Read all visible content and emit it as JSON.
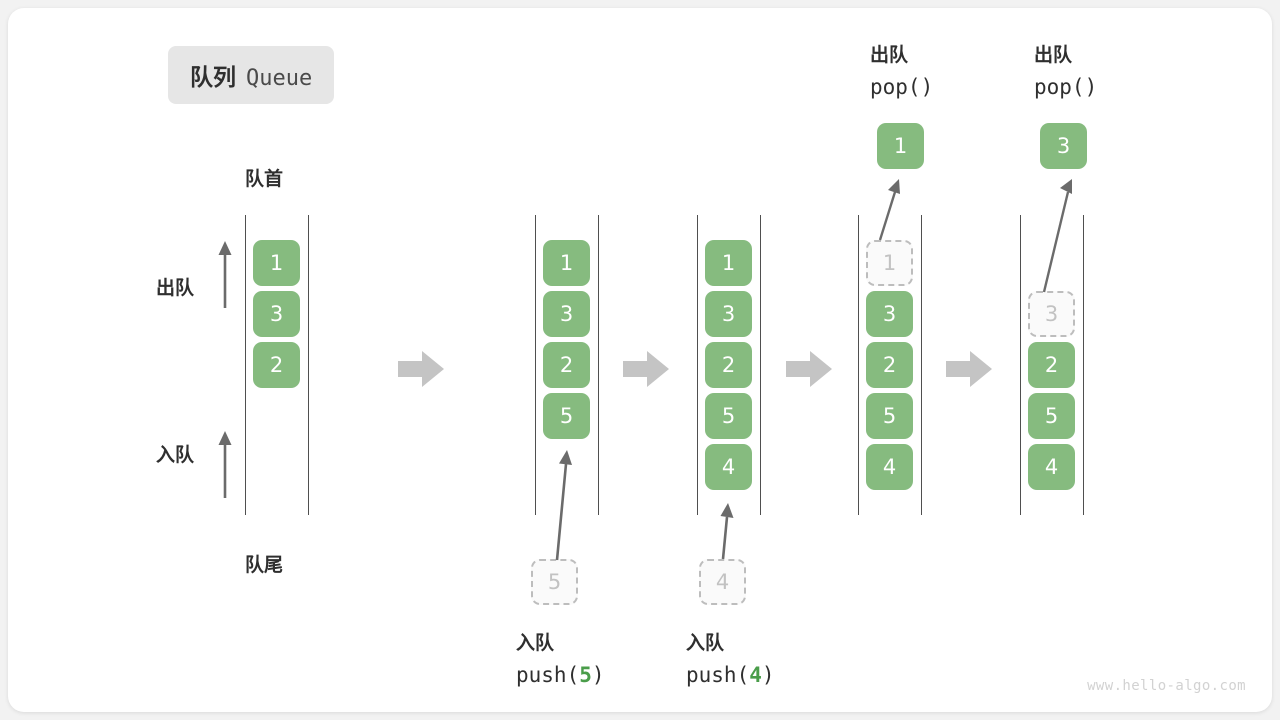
{
  "title": {
    "cn": "队列",
    "en": "Queue"
  },
  "labels": {
    "head": "队首",
    "tail": "队尾",
    "dequeue": "出队",
    "enqueue": "入队"
  },
  "colors": {
    "element_green": "#86bb7f",
    "ghost_gray": "#bdbdbd",
    "rail_gray": "#4f4f4f",
    "step_arrow_gray": "#c4c4c4",
    "text_dark": "#2f2f2f",
    "badge_bg": "#e6e6e6",
    "card_bg": "#ffffff",
    "page_bg": "#f2f2f2"
  },
  "steps": [
    {
      "id": "initial",
      "elements": [
        {
          "value": "1",
          "state": "filled"
        },
        {
          "value": "3",
          "state": "filled"
        },
        {
          "value": "2",
          "state": "filled"
        }
      ],
      "top_offset_slots": 0
    },
    {
      "id": "after-push-5",
      "elements": [
        {
          "value": "1",
          "state": "filled"
        },
        {
          "value": "3",
          "state": "filled"
        },
        {
          "value": "2",
          "state": "filled"
        },
        {
          "value": "5",
          "state": "filled"
        }
      ],
      "top_offset_slots": 0,
      "incoming": {
        "value": "5",
        "state": "ghost"
      },
      "caption": {
        "cn": "入队",
        "call_prefix": "push(",
        "call_arg": "5",
        "call_suffix": ")"
      }
    },
    {
      "id": "after-push-4",
      "elements": [
        {
          "value": "1",
          "state": "filled"
        },
        {
          "value": "3",
          "state": "filled"
        },
        {
          "value": "2",
          "state": "filled"
        },
        {
          "value": "5",
          "state": "filled"
        },
        {
          "value": "4",
          "state": "filled"
        }
      ],
      "top_offset_slots": 0,
      "incoming": {
        "value": "4",
        "state": "ghost"
      },
      "caption": {
        "cn": "入队",
        "call_prefix": "push(",
        "call_arg": "4",
        "call_suffix": ")"
      }
    },
    {
      "id": "after-pop-1",
      "elements": [
        {
          "value": "1",
          "state": "ghost"
        },
        {
          "value": "3",
          "state": "filled"
        },
        {
          "value": "2",
          "state": "filled"
        },
        {
          "value": "5",
          "state": "filled"
        },
        {
          "value": "4",
          "state": "filled"
        }
      ],
      "top_offset_slots": 0,
      "outgoing": {
        "value": "1",
        "state": "filled"
      },
      "caption": {
        "cn": "出队",
        "call_prefix": "pop(",
        "call_arg": "",
        "call_suffix": ")"
      }
    },
    {
      "id": "after-pop-3",
      "elements": [
        {
          "value": "3",
          "state": "ghost"
        },
        {
          "value": "2",
          "state": "filled"
        },
        {
          "value": "5",
          "state": "filled"
        },
        {
          "value": "4",
          "state": "filled"
        }
      ],
      "top_offset_slots": 1,
      "outgoing": {
        "value": "3",
        "state": "filled"
      },
      "caption": {
        "cn": "出队",
        "call_prefix": "pop(",
        "call_arg": "",
        "call_suffix": ")"
      }
    }
  ],
  "watermark": "www.hello-algo.com"
}
